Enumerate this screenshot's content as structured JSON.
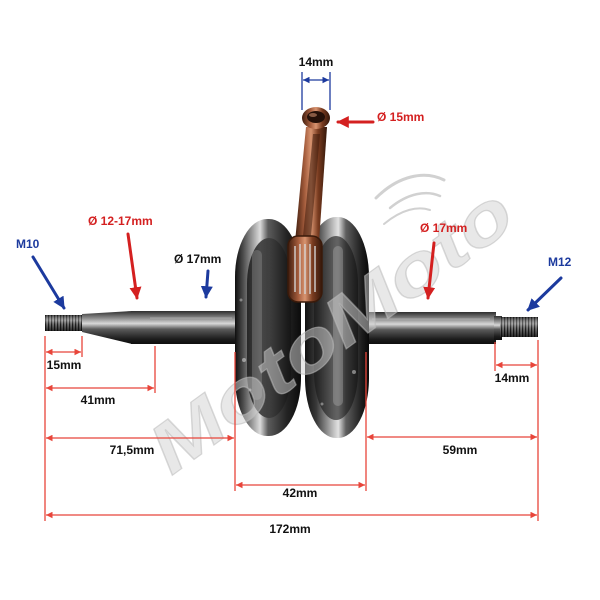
{
  "watermark": {
    "text": "MotoMoto"
  },
  "annotations": {
    "thread_left": "M10",
    "thread_right": "M12",
    "small_end_width": "14mm",
    "small_end_diameter": "Ø 15mm",
    "taper_diameter": "Ø 12-17mm",
    "left_shaft_diameter": "Ø 17mm",
    "right_shaft_diameter": "Ø 17mm"
  },
  "dimensions": {
    "left_thread_length": "15mm",
    "left_taper_length": "41mm",
    "left_shaft_length": "71,5mm",
    "flywheel_width": "42mm",
    "right_shaft_length": "59mm",
    "right_thread_length": "14mm",
    "overall_length": "172mm"
  },
  "colors": {
    "dimension_line": "#e8453a",
    "label_red": "#d42020",
    "label_blue": "#1c3a9e",
    "label_dark": "#111111"
  }
}
